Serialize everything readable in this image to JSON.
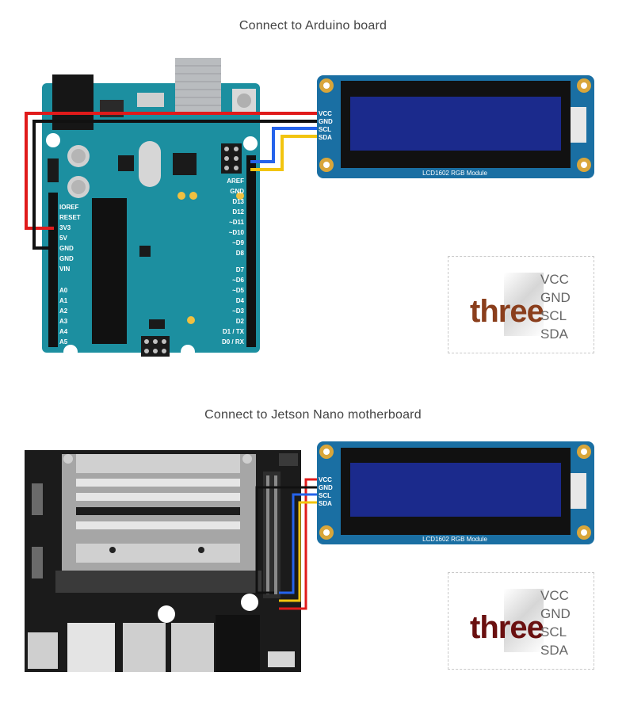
{
  "titles": {
    "arduino": "Connect to Arduino board",
    "jetson": "Connect to Jetson Nano motherboard"
  },
  "lcd": {
    "module_label": "LCD1602 RGB Module",
    "pins": [
      "VCC",
      "GND",
      "SCL",
      "SDA"
    ]
  },
  "arduino": {
    "left_pins": [
      "IOREF",
      "RESET",
      "3V3",
      "5V",
      "GND",
      "GND",
      "VIN",
      "A0",
      "A1",
      "A2",
      "A3",
      "A4",
      "A5"
    ],
    "right_pins": [
      "AREF",
      "GND",
      "D13",
      "D12",
      "~D11",
      "~D10",
      "~D9",
      "D8",
      "D7",
      "~D6",
      "~D5",
      "D4",
      "~D3",
      "D2",
      "D1 / TX",
      "D0 / RX"
    ]
  },
  "legend": {
    "word": "three",
    "pins": [
      "VCC",
      "GND",
      "SCL",
      "SDA"
    ],
    "word_color_top": "#8a3e1c",
    "word_color_bottom": "#6a1010"
  },
  "colors": {
    "vcc_wire": "#e01b1b",
    "gnd_wire": "#111111",
    "scl_wire": "#2563eb",
    "sda_wire": "#f2c40f",
    "arduino_board": "#1c8fa0",
    "lcd_board": "#1a6fa3",
    "lcd_screen": "#1b2a8c",
    "jetson_board": "#1b1b1b"
  }
}
